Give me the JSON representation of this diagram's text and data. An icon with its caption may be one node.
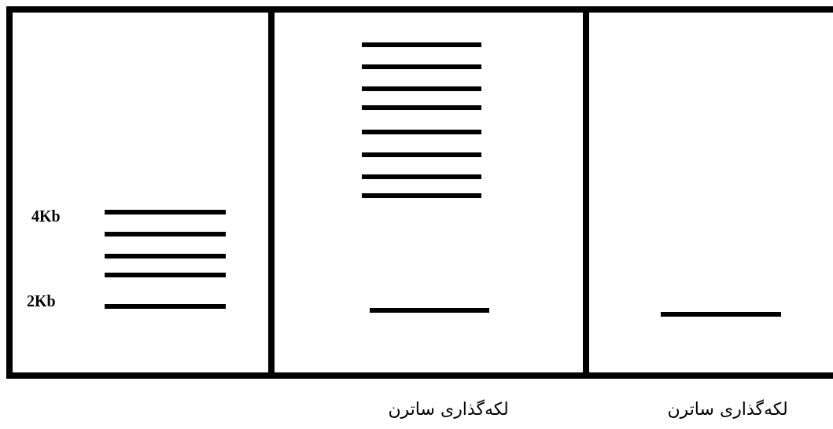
{
  "diagram": {
    "nodes": [
      {
        "text": [
          "4Kb",
          "2Kb"
        ]
      },
      {
        "text": [],
        "shape": "box",
        "beside": [
          "لکه‌گذاری ساترن"
        ]
      },
      {
        "text": [],
        "shape": "box",
        "beside": [
          "لکه‌گذاری ساترن"
        ]
      }
    ]
  }
}
